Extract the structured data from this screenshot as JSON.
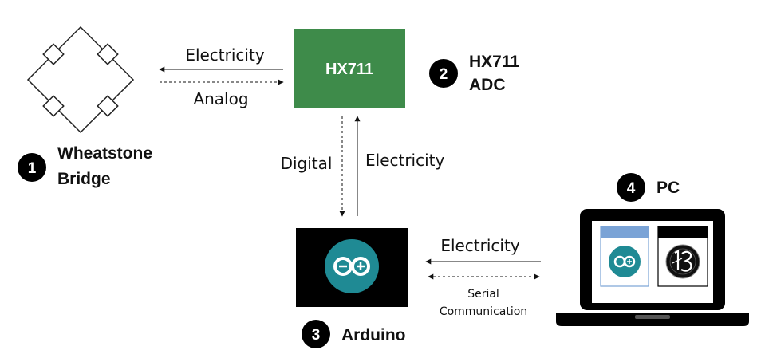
{
  "nodes": {
    "bridge": {
      "number": "1",
      "line1": "Wheatstone",
      "line2": "Bridge"
    },
    "hx711": {
      "box_label": "HX711",
      "number": "2",
      "line1": "HX711",
      "line2": "ADC"
    },
    "arduino": {
      "number": "3",
      "label": "Arduino"
    },
    "pc": {
      "number": "4",
      "label": "PC"
    }
  },
  "connections": {
    "bridge_hx711": {
      "top": "Electricity",
      "bottom": "Analog"
    },
    "hx711_arduino": {
      "left": "Digital",
      "right": "Electricity"
    },
    "arduino_pc": {
      "top": "Electricity",
      "bottom_line1": "Serial",
      "bottom_line2": "Communication"
    }
  },
  "colors": {
    "hx711_green": "#3e8b4a",
    "arduino_teal": "#1f8a94",
    "screen_blue": "#7aa3d6"
  }
}
